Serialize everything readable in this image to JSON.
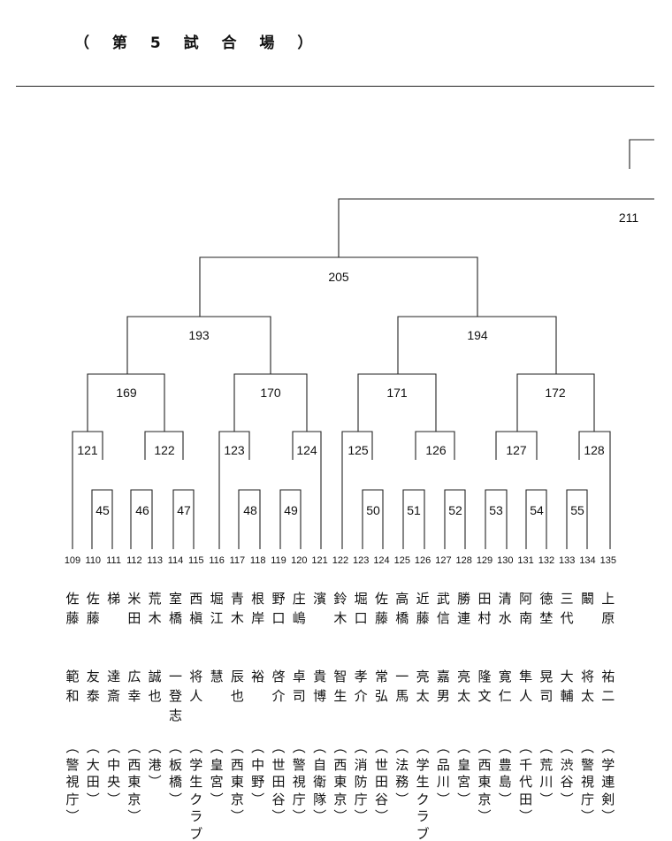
{
  "venue_title": "（ 第 5 試 合 場 ）",
  "matches": {
    "m45": "45",
    "m46": "46",
    "m47": "47",
    "m48": "48",
    "m49": "49",
    "m50": "50",
    "m51": "51",
    "m52": "52",
    "m53": "53",
    "m54": "54",
    "m55": "55",
    "m121": "121",
    "m122": "122",
    "m123": "123",
    "m124": "124",
    "m125": "125",
    "m126": "126",
    "m127": "127",
    "m128": "128",
    "m169": "169",
    "m170": "170",
    "m171": "171",
    "m172": "172",
    "m193": "193",
    "m194": "194",
    "m205": "205",
    "m211": "211"
  },
  "players": [
    {
      "no": "109",
      "surname": "佐藤",
      "given": "範和",
      "affiliation": "（警視庁）"
    },
    {
      "no": "110",
      "surname": "佐藤",
      "given": "友泰",
      "affiliation": "（大田）"
    },
    {
      "no": "111",
      "surname": "梯",
      "given": "達斎",
      "affiliation": "（中央）"
    },
    {
      "no": "112",
      "surname": "米田",
      "given": "広幸",
      "affiliation": "（西東京）"
    },
    {
      "no": "113",
      "surname": "荒木",
      "given": "誠也",
      "affiliation": "（港）"
    },
    {
      "no": "114",
      "surname": "室橋",
      "given": "一登志",
      "affiliation": "（板橋）"
    },
    {
      "no": "115",
      "surname": "西槇",
      "given": "将人",
      "affiliation": "（学生クラブ）"
    },
    {
      "no": "116",
      "surname": "堀江",
      "given": "慧",
      "affiliation": "（皇宮）"
    },
    {
      "no": "117",
      "surname": "青木",
      "given": "辰也",
      "affiliation": "（西東京）"
    },
    {
      "no": "118",
      "surname": "根岸",
      "given": "裕",
      "affiliation": "（中野）"
    },
    {
      "no": "119",
      "surname": "野口",
      "given": "啓介",
      "affiliation": "（世田谷）"
    },
    {
      "no": "120",
      "surname": "庄嶋",
      "given": "卓司",
      "affiliation": "（警視庁）"
    },
    {
      "no": "121",
      "surname": "濱",
      "given": "貴博",
      "affiliation": "（自衛隊）"
    },
    {
      "no": "122",
      "surname": "鈴木",
      "given": "智生",
      "affiliation": "（西東京）"
    },
    {
      "no": "123",
      "surname": "堀口",
      "given": "孝介",
      "affiliation": "（消防庁）"
    },
    {
      "no": "124",
      "surname": "佐藤",
      "given": "常弘",
      "affiliation": "（世田谷）"
    },
    {
      "no": "125",
      "surname": "高橋",
      "given": "一馬",
      "affiliation": "（法務）"
    },
    {
      "no": "126",
      "surname": "近藤",
      "given": "亮太",
      "affiliation": "（学生クラブ）"
    },
    {
      "no": "127",
      "surname": "武信",
      "given": "嘉男",
      "affiliation": "（品川）"
    },
    {
      "no": "128",
      "surname": "勝連",
      "given": "亮太",
      "affiliation": "（皇宮）"
    },
    {
      "no": "129",
      "surname": "田村",
      "given": "隆文",
      "affiliation": "（西東京）"
    },
    {
      "no": "130",
      "surname": "清水",
      "given": "寛仁",
      "affiliation": "（豊島）"
    },
    {
      "no": "131",
      "surname": "阿南",
      "given": "隼人",
      "affiliation": "（千代田）"
    },
    {
      "no": "132",
      "surname": "徳埜",
      "given": "晃司",
      "affiliation": "（荒川）"
    },
    {
      "no": "133",
      "surname": "三代",
      "given": "大輔",
      "affiliation": "（渋谷）"
    },
    {
      "no": "134",
      "surname": "闞",
      "given": "将太",
      "affiliation": "（警視庁）"
    },
    {
      "no": "135",
      "surname": "上原",
      "given": "祐二",
      "affiliation": "（学連剣）"
    }
  ]
}
